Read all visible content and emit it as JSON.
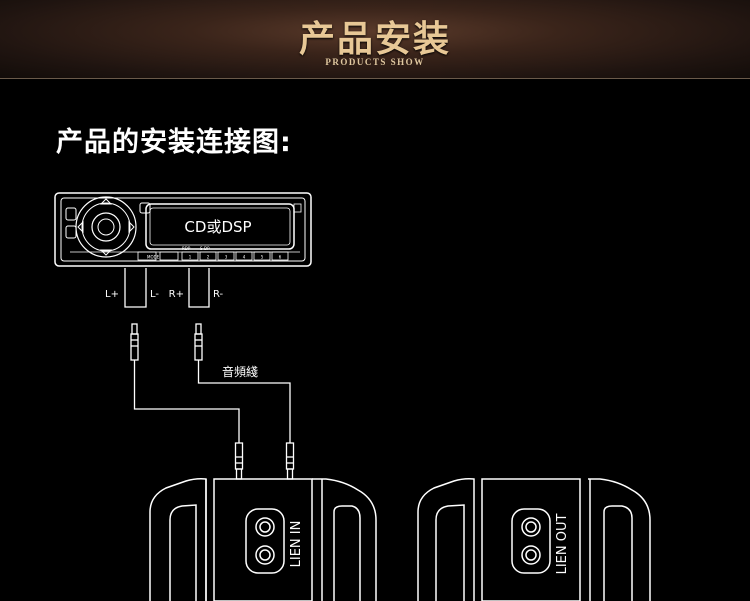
{
  "banner": {
    "title": "产品安装",
    "subtitle": "PRODUCTS SHOW"
  },
  "heading": "产品的安装连接图:",
  "head_unit": {
    "display_label": "CD或DSP",
    "button_labels": [
      "MODE",
      "1",
      "2",
      "3",
      "4",
      "5",
      "6"
    ],
    "top_labels": [
      "RDP",
      "S-DP"
    ]
  },
  "rca_outputs": {
    "left_plus": "L+",
    "left_minus": "L-",
    "right_plus": "R+",
    "right_minus": "R-"
  },
  "cable_label": "音頻綫",
  "devices": [
    {
      "port_label": "LIEN IN"
    },
    {
      "port_label": "LIEN OUT"
    }
  ],
  "colors": {
    "banner_text": "#e8c896",
    "background": "#000000",
    "line": "#ffffff"
  }
}
